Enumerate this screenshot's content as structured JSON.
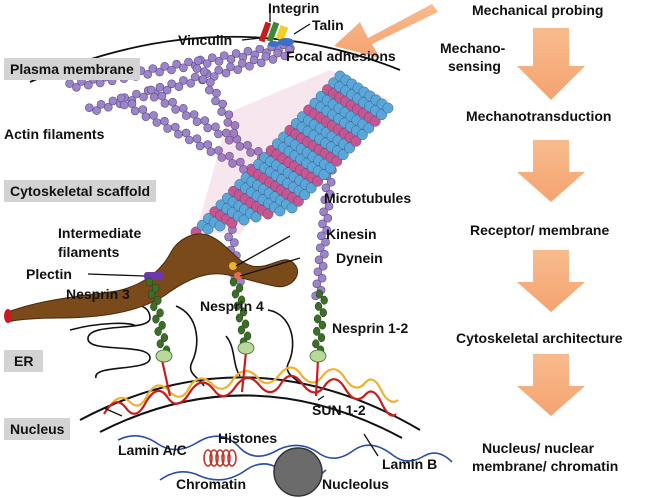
{
  "colors": {
    "arrow": "#f7b07e",
    "actin": "#9b84c8",
    "microtubule_blue": "#5aa6d8",
    "microtubule_pink": "#c8558f",
    "intermediate": "#7a4a1a",
    "nesprin": "#3c6e2a",
    "lamin_red": "#c91d1d",
    "lamin_yellow": "#f0b030",
    "region_box": "#d3d3d3"
  },
  "regions": {
    "plasma_membrane": "Plasma membrane",
    "cytoskeletal_scaffold": "Cytoskeletal scaffold",
    "er": "ER",
    "nucleus": "Nucleus"
  },
  "labels": {
    "integrin": "Integrin",
    "talin": "Talin",
    "vinculin": "Vinculin",
    "focal_adhesions": "Focal adhesions",
    "actin_filaments": "Actin filaments",
    "microtubules": "Microtubules",
    "intermediate_filaments_1": "Intermediate",
    "intermediate_filaments_2": "filaments",
    "kinesin": "Kinesin",
    "dynein": "Dynein",
    "plectin": "Plectin",
    "nesprin3": "Nesprin 3",
    "nesprin4": "Nesprin 4",
    "nesprin12": "Nesprin 1-2",
    "sun12": "SUN 1-2",
    "lamin_ac": "Lamin A/C",
    "histones": "Histones",
    "chromatin": "Chromatin",
    "nucleolus": "Nucleolus",
    "lamin_b": "Lamin B"
  },
  "flow": {
    "steps": [
      "Mechanical probing",
      "Mechanotransduction",
      "Receptor/ membrane",
      "Cytoskeletal architecture"
    ],
    "sensing_1": "Mechano-",
    "sensing_2": "sensing",
    "final_1": "Nucleus/ nuclear",
    "final_2": "membrane/ chromatin"
  }
}
